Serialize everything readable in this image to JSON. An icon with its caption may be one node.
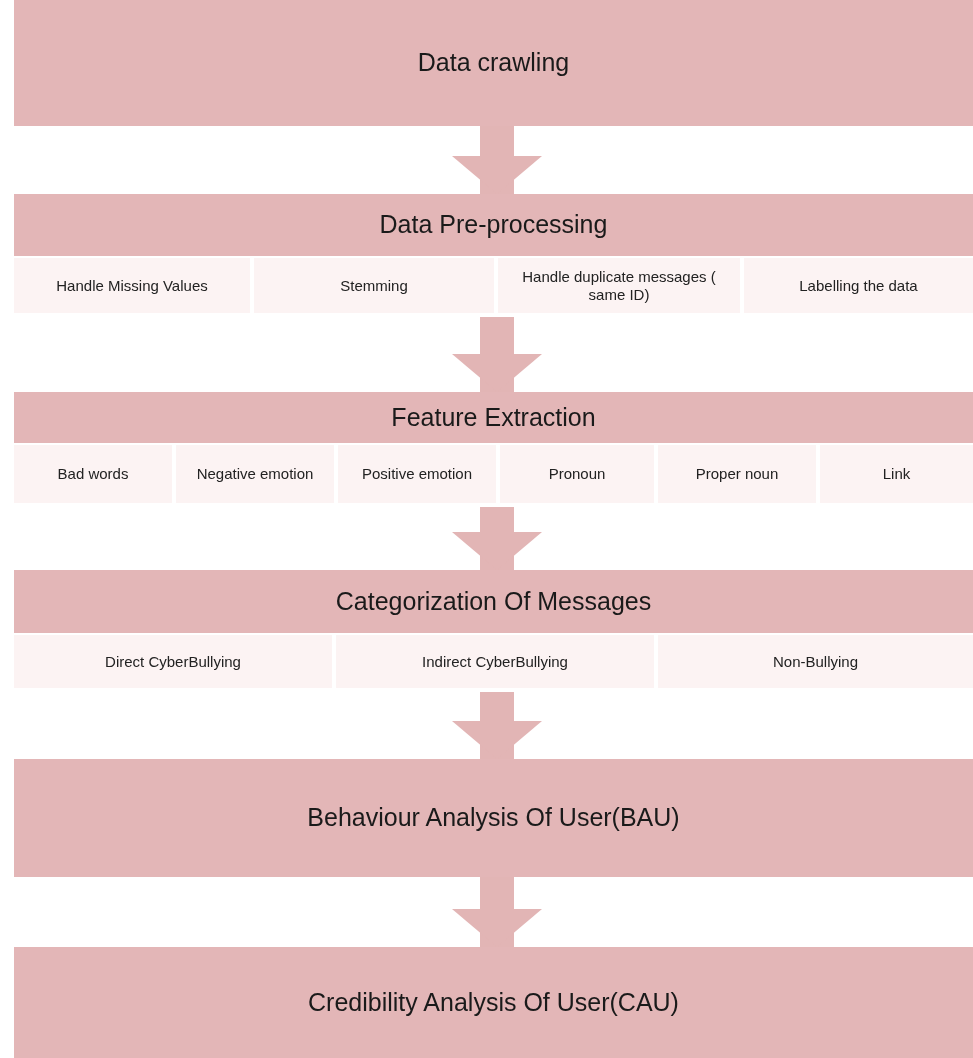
{
  "diagram": {
    "nodes": [
      {
        "text": [
          "Data crawling"
        ]
      },
      {
        "text": [
          "Data Pre-processing"
        ]
      },
      {
        "text": [
          "Handle Missing Values"
        ],
        "in": 1
      },
      {
        "text": [
          "Stemming"
        ],
        "in": 1
      },
      {
        "text": [
          "Handle duplicate messages ( same ID)"
        ],
        "in": 1
      },
      {
        "text": [
          "Labelling the data"
        ],
        "in": 1
      },
      {
        "text": [
          "Feature Extraction"
        ]
      },
      {
        "text": [
          "Bad words"
        ],
        "in": 6
      },
      {
        "text": [
          "Negative emotion"
        ],
        "in": 6
      },
      {
        "text": [
          "Positive emotion"
        ],
        "in": 6
      },
      {
        "text": [
          "Pronoun"
        ],
        "in": 6
      },
      {
        "text": [
          "Proper noun"
        ],
        "in": 6
      },
      {
        "text": [
          "Link"
        ],
        "in": 6
      },
      {
        "text": [
          "Categorization Of Messages"
        ]
      },
      {
        "text": [
          "Direct CyberBullying"
        ],
        "in": 13
      },
      {
        "text": [
          "Indirect CyberBullying"
        ],
        "in": 13
      },
      {
        "text": [
          "Non-Bullying"
        ],
        "in": 13
      },
      {
        "text": [
          "Behaviour Analysis Of User(BAU)"
        ]
      },
      {
        "text": [
          "Credibility Analysis Of User(CAU)"
        ]
      }
    ],
    "edges": [
      {
        "from": 0,
        "to": 1,
        "arrow": "to"
      },
      {
        "from": 1,
        "to": 6,
        "arrow": "to"
      },
      {
        "from": 6,
        "to": 13,
        "arrow": "to"
      },
      {
        "from": 13,
        "to": 17,
        "arrow": "to"
      },
      {
        "from": 17,
        "to": 18,
        "arrow": "to"
      }
    ]
  }
}
